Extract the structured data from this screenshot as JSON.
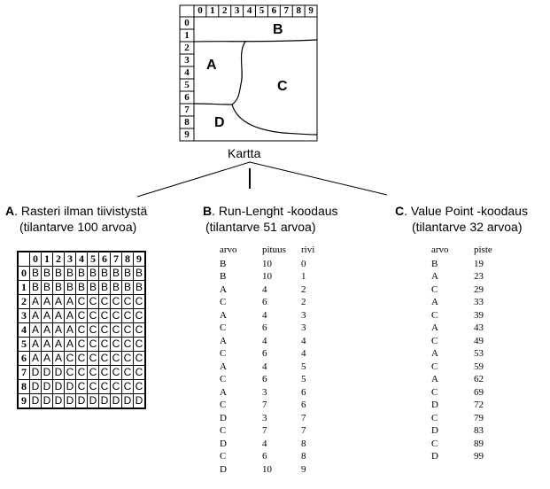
{
  "map": {
    "col_headers": [
      "0",
      "1",
      "2",
      "3",
      "4",
      "5",
      "6",
      "7",
      "8",
      "9"
    ],
    "row_headers": [
      "0",
      "1",
      "2",
      "3",
      "4",
      "5",
      "6",
      "7",
      "8",
      "9"
    ],
    "region_labels": {
      "A": "A",
      "B": "B",
      "C": "C",
      "D": "D"
    },
    "caption": "Kartta"
  },
  "section_a": {
    "letter": "A",
    "title": ". Rasteri ilman tiivistystä",
    "subtitle": "(tilantarve 100 arvoa)",
    "grid_header": [
      "0",
      "1",
      "2",
      "3",
      "4",
      "5",
      "6",
      "7",
      "8",
      "9"
    ],
    "grid_rows": [
      {
        "label": "0",
        "cells": [
          "B",
          "B",
          "B",
          "B",
          "B",
          "B",
          "B",
          "B",
          "B",
          "B"
        ]
      },
      {
        "label": "1",
        "cells": [
          "B",
          "B",
          "B",
          "B",
          "B",
          "B",
          "B",
          "B",
          "B",
          "B"
        ]
      },
      {
        "label": "2",
        "cells": [
          "A",
          "A",
          "A",
          "A",
          "C",
          "C",
          "C",
          "C",
          "C",
          "C"
        ]
      },
      {
        "label": "3",
        "cells": [
          "A",
          "A",
          "A",
          "A",
          "C",
          "C",
          "C",
          "C",
          "C",
          "C"
        ]
      },
      {
        "label": "4",
        "cells": [
          "A",
          "A",
          "A",
          "A",
          "C",
          "C",
          "C",
          "C",
          "C",
          "C"
        ]
      },
      {
        "label": "5",
        "cells": [
          "A",
          "A",
          "A",
          "A",
          "C",
          "C",
          "C",
          "C",
          "C",
          "C"
        ]
      },
      {
        "label": "6",
        "cells": [
          "A",
          "A",
          "A",
          "C",
          "C",
          "C",
          "C",
          "C",
          "C",
          "C"
        ]
      },
      {
        "label": "7",
        "cells": [
          "D",
          "D",
          "D",
          "C",
          "C",
          "C",
          "C",
          "C",
          "C",
          "C"
        ]
      },
      {
        "label": "8",
        "cells": [
          "D",
          "D",
          "D",
          "D",
          "C",
          "C",
          "C",
          "C",
          "C",
          "C"
        ]
      },
      {
        "label": "9",
        "cells": [
          "D",
          "D",
          "D",
          "D",
          "D",
          "D",
          "D",
          "D",
          "D",
          "D"
        ]
      }
    ]
  },
  "section_b": {
    "letter": "B",
    "title": ". Run-Lenght -koodaus",
    "subtitle": "(tilantarve 51 arvoa)",
    "headers": [
      "arvo",
      "pituus",
      "rivi"
    ],
    "rows": [
      [
        "B",
        "10",
        "0"
      ],
      [
        "B",
        "10",
        "1"
      ],
      [
        "A",
        "4",
        "2"
      ],
      [
        "C",
        "6",
        "2"
      ],
      [
        "A",
        "4",
        "3"
      ],
      [
        "C",
        "6",
        "3"
      ],
      [
        "A",
        "4",
        "4"
      ],
      [
        "C",
        "6",
        "4"
      ],
      [
        "A",
        "4",
        "5"
      ],
      [
        "C",
        "6",
        "5"
      ],
      [
        "A",
        "3",
        "6"
      ],
      [
        "C",
        "7",
        "6"
      ],
      [
        "D",
        "3",
        "7"
      ],
      [
        "C",
        "7",
        "7"
      ],
      [
        "D",
        "4",
        "8"
      ],
      [
        "C",
        "6",
        "8"
      ],
      [
        "D",
        "10",
        "9"
      ]
    ]
  },
  "section_c": {
    "letter": "C",
    "title": ". Value Point -koodaus",
    "subtitle": "(tilantarve 32 arvoa)",
    "headers": [
      "arvo",
      "piste"
    ],
    "rows": [
      [
        "B",
        "19"
      ],
      [
        "A",
        "23"
      ],
      [
        "C",
        "29"
      ],
      [
        "A",
        "33"
      ],
      [
        "C",
        "39"
      ],
      [
        "A",
        "43"
      ],
      [
        "C",
        "49"
      ],
      [
        "A",
        "53"
      ],
      [
        "C",
        "59"
      ],
      [
        "A",
        "62"
      ],
      [
        "C",
        "69"
      ],
      [
        "D",
        "72"
      ],
      [
        "C",
        "79"
      ],
      [
        "D",
        "83"
      ],
      [
        "C",
        "89"
      ],
      [
        "D",
        "99"
      ]
    ]
  }
}
